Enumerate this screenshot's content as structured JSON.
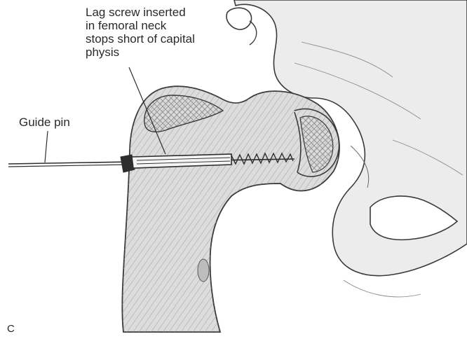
{
  "figure": {
    "panel_letter": "C",
    "labels": {
      "lag_screw": [
        "Lag screw inserted",
        "in femoral neck",
        "stops short of capital",
        "physis"
      ],
      "guide_pin": "Guide pin"
    }
  },
  "colors": {
    "background": "#ffffff",
    "outline": "#3a3a3a",
    "bone_fill": "#dcdcdc",
    "pelvis_fill": "#ececec",
    "hardware": "#2e2e2e"
  }
}
